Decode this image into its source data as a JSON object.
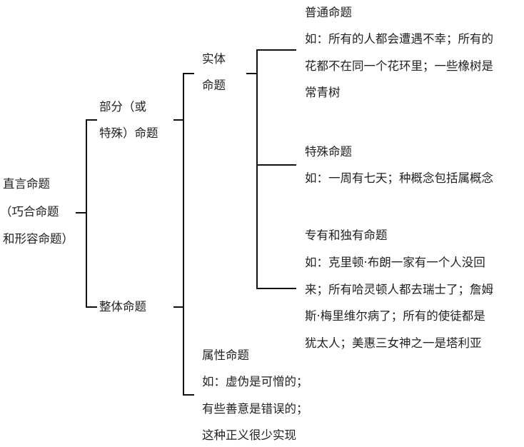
{
  "root": {
    "lines": [
      "直言命题",
      "（巧合命题",
      "和形容命题）"
    ]
  },
  "partial": {
    "lines": [
      "部分（或",
      "特殊）命题"
    ]
  },
  "whole": {
    "label": "整体命题"
  },
  "entity": {
    "lines": [
      "实体",
      "命题"
    ]
  },
  "common": {
    "title": "普通命题",
    "lines": [
      "如：所有的人都会遭遇不幸；所有的",
      "花都不在同一个花环里；一些橡树是",
      "常青树"
    ]
  },
  "special": {
    "title": "特殊命题",
    "lines": [
      "如：一周有七天；种概念包括属概念"
    ]
  },
  "proper": {
    "title": "专有和独有命题",
    "lines": [
      "如：克里顿·布朗一家有一个人没回",
      "来；所有哈灵顿人都去瑞士了；詹姆",
      "斯·梅里维尔病了；所有的使徒都是",
      "犹太人；美惠三女神之一是塔利亚"
    ]
  },
  "attribute": {
    "title": "属性命题",
    "lines": [
      "如：虚伪是可憎的；",
      "有些善意是错误的；",
      "这种正义很少实现"
    ]
  }
}
